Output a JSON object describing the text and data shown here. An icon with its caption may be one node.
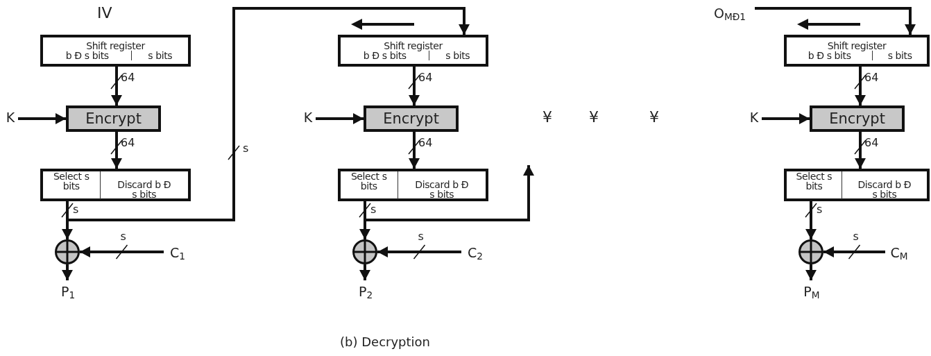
{
  "diagram": {
    "caption": "(b) Decryption",
    "nodes": [
      {
        "text": [
          "Shift register",
          "b Ð s bits",
          "s bits"
        ]
      },
      {
        "text": [
          "K"
        ]
      },
      {
        "text": [
          "Encrypt"
        ]
      },
      {
        "text": [
          "Select s bits",
          "Discard b Ð s bits"
        ]
      },
      {
        "text": [],
        "shape": "circle"
      },
      {
        "text": [
          "C$_{1}$"
        ]
      },
      {
        "text": [
          "P$_{1}$"
        ]
      },
      {
        "text": [
          "Shift register",
          "b Ð s bits",
          "s bits"
        ]
      },
      {
        "text": [
          "K"
        ]
      },
      {
        "text": [
          "Encrypt"
        ]
      },
      {
        "text": [
          "Select s bits",
          "Discard b Ð s bits"
        ]
      },
      {
        "text": [],
        "shape": "circle"
      },
      {
        "text": [
          "C$_{2}$"
        ]
      },
      {
        "text": [
          "P$_{2}$"
        ]
      },
      {
        "text": [
          "O$_{MÐ1}$"
        ]
      },
      {
        "text": [
          "Shift register",
          "b Ð s bits",
          "s bits"
        ]
      },
      {
        "text": [
          "K"
        ]
      },
      {
        "text": [
          "Encrypt"
        ]
      },
      {
        "text": [
          "Select s bits",
          "Discard b Ð s bits"
        ]
      },
      {
        "text": [],
        "shape": "circle"
      },
      {
        "text": [
          "C$_{M}$"
        ]
      },
      {
        "text": [
          "P$_{M}$"
        ]
      }
    ],
    "edges": [
      {
        "from": 0,
        "to": 2,
        "arrow": "to",
        "label": "64"
      },
      {
        "from": 1,
        "to": 2,
        "arrow": "to"
      },
      {
        "from": 2,
        "to": 3,
        "arrow": "to",
        "label": "64"
      },
      {
        "from": 3,
        "to": 4,
        "arrow": "to",
        "label": "s"
      },
      {
        "from": 5,
        "to": 4,
        "arrow": "to",
        "label": "s"
      },
      {
        "from": 4,
        "to": 6,
        "arrow": "to"
      },
      {
        "from": 3,
        "to": 7,
        "arrow": "to",
        "label": "s"
      },
      {
        "from": 7,
        "to": 9,
        "arrow": "to",
        "label": "64"
      },
      {
        "from": 8,
        "to": 9,
        "arrow": "to"
      },
      {
        "from": 9,
        "to": 10,
        "arrow": "to",
        "label": "64"
      },
      {
        "from": 10,
        "to": 11,
        "arrow": "to",
        "label": "s"
      },
      {
        "from": 12,
        "to": 11,
        "arrow": "to",
        "label": "s"
      },
      {
        "from": 11,
        "to": 13,
        "arrow": "to"
      },
      {
        "from": 10,
        "to": null,
        "arrow": "to"
      },
      {
        "from": 14,
        "to": 15,
        "arrow": "to"
      },
      {
        "from": 15,
        "to": 17,
        "arrow": "to",
        "label": "64"
      },
      {
        "from": 16,
        "to": 17,
        "arrow": "to"
      },
      {
        "from": 17,
        "to": 18,
        "arrow": "to",
        "label": "64"
      },
      {
        "from": 18,
        "to": 19,
        "arrow": "to",
        "label": "s"
      },
      {
        "from": 20,
        "to": 19,
        "arrow": "to",
        "label": "s"
      },
      {
        "from": 19,
        "to": 21,
        "arrow": "to"
      }
    ],
    "labels": [
      "IV",
      "¥",
      "¥",
      "¥"
    ]
  }
}
